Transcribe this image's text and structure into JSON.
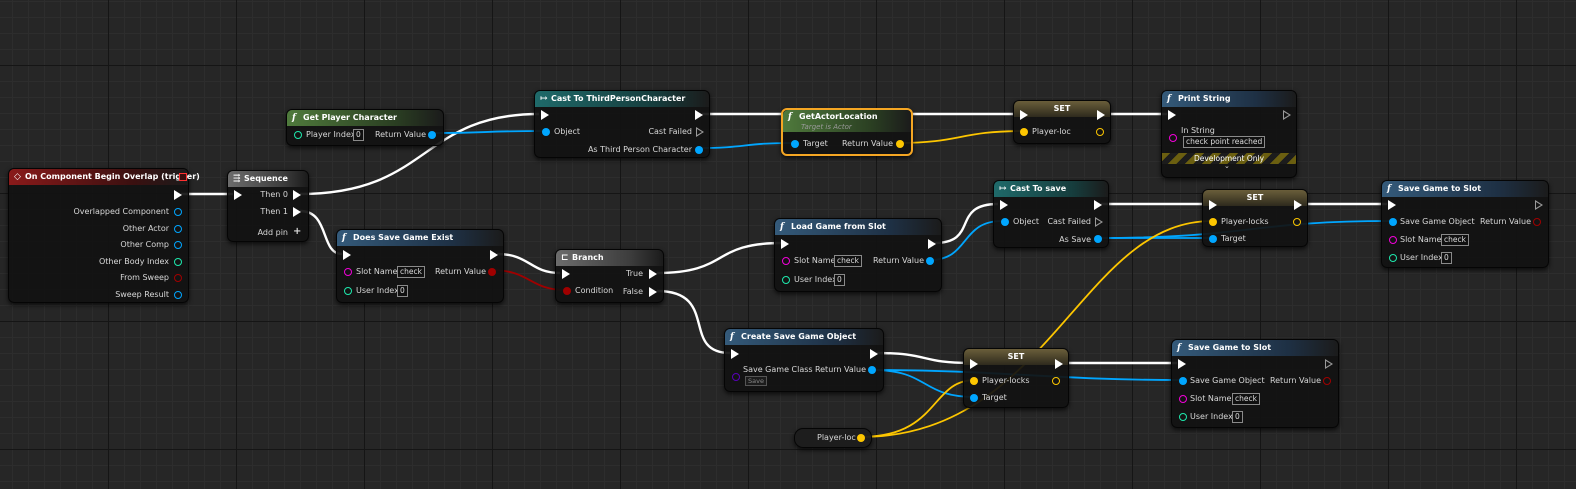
{
  "nodes": {
    "event": {
      "title": "On Component Begin Overlap (trigger)",
      "pins": [
        "Overlapped Component",
        "Other Actor",
        "Other Comp",
        "Other Body Index",
        "From Sweep",
        "Sweep Result"
      ]
    },
    "sequence": {
      "title": "Sequence",
      "then0": "Then 0",
      "then1": "Then 1",
      "add_pin": "Add pin",
      "add_icon": "+"
    },
    "get_player": {
      "title": "Get Player Character",
      "player_index": "Player Index",
      "player_index_value": "0",
      "return_value": "Return Value"
    },
    "cast_tpc": {
      "title": "Cast To ThirdPersonCharacter",
      "object": "Object",
      "cast_failed": "Cast Failed",
      "as_tpc": "As Third Person Character"
    },
    "get_location": {
      "title": "GetActorLocation",
      "subtitle": "Target is Actor",
      "target": "Target",
      "return_value": "Return Value"
    },
    "set_loc": {
      "title": "SET",
      "pin": "Player-loc"
    },
    "print_string": {
      "title": "Print String",
      "in_string": "In String",
      "in_string_value": "check point reached",
      "dev_only": "Development Only",
      "expand": "⌄"
    },
    "does_exist": {
      "title": "Does Save Game Exist",
      "slot_name": "Slot Name",
      "slot_value": "check",
      "user_index": "User Index",
      "user_index_value": "0",
      "return_value": "Return Value"
    },
    "branch": {
      "title": "Branch",
      "condition": "Condition",
      "true_label": "True",
      "false_label": "False"
    },
    "load_game": {
      "title": "Load Game from Slot",
      "slot_name": "Slot Name",
      "slot_value": "check",
      "user_index": "User Index",
      "user_index_value": "0",
      "return_value": "Return Value"
    },
    "cast_save": {
      "title": "Cast To save",
      "object": "Object",
      "cast_failed": "Cast Failed",
      "as_save": "As Save"
    },
    "set_locks_top": {
      "title": "SET",
      "pin": "Player-locks",
      "target": "Target"
    },
    "save_top": {
      "title": "Save Game to Slot",
      "save_obj": "Save Game Object",
      "return_value": "Return Value",
      "slot_name": "Slot Name",
      "slot_value": "check",
      "user_index": "User Index",
      "user_index_value": "0"
    },
    "create_save": {
      "title": "Create Save Game Object",
      "class_label": "Save Game Class",
      "class_value": "Save",
      "return_value": "Return Value"
    },
    "set_locks_bot": {
      "title": "SET",
      "pin": "Player-locks",
      "target": "Target"
    },
    "save_bot": {
      "title": "Save Game to Slot",
      "save_obj": "Save Game Object",
      "return_value": "Return Value",
      "slot_name": "Slot Name",
      "slot_value": "check",
      "user_index": "User Index",
      "user_index_value": "0"
    },
    "player_loc_getter": {
      "label": "Player-loc"
    }
  },
  "colors": {
    "exec_wire": "#ffffff",
    "object_wire": "#00a6ff",
    "vector_wire": "#fdc600",
    "bool_wire": "#a00000",
    "selected_border": "#f5a623"
  },
  "icons": {
    "function": "f",
    "sequence": "sequence-icon",
    "branch": "branch-icon",
    "cast": "cast-icon",
    "event": "event-diamond-icon"
  }
}
